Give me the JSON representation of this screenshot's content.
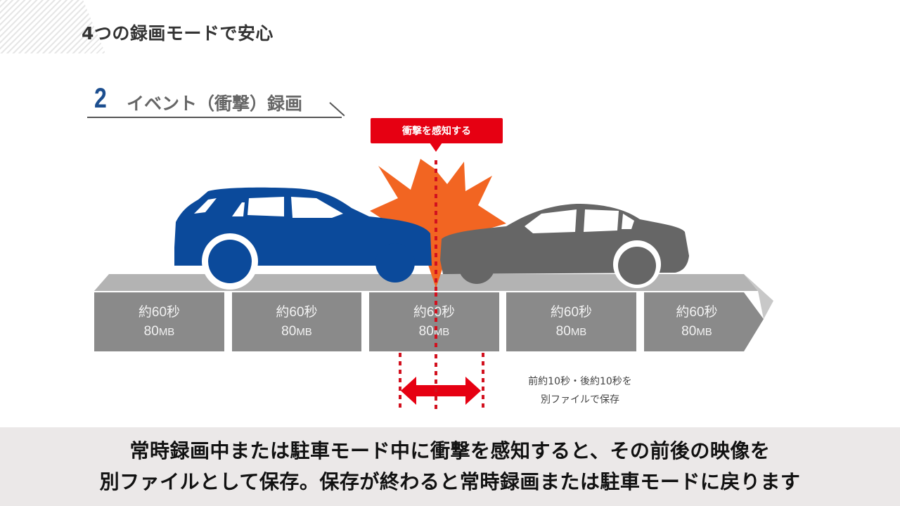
{
  "header": {
    "title": "4つの録画モードで安心"
  },
  "section": {
    "number": "2",
    "title": "イベント（衝撃）録画"
  },
  "callout": {
    "label": "衝撃を感知する"
  },
  "timeline": {
    "segments": [
      {
        "duration": "約60秒",
        "size_num": "80",
        "size_unit": "MB"
      },
      {
        "duration": "約60秒",
        "size_num": "80",
        "size_unit": "MB"
      },
      {
        "duration": "約60秒",
        "size_num": "80",
        "size_unit": "MB"
      },
      {
        "duration": "約60秒",
        "size_num": "80",
        "size_unit": "MB"
      },
      {
        "duration": "約60秒",
        "size_num": "80",
        "size_unit": "MB"
      }
    ]
  },
  "note": {
    "line1": "前約10秒・後約10秒を",
    "line2": "別ファイルで保存"
  },
  "footer": {
    "line1": "常時録画中または駐車モード中に衝撃を感知すると、その前後の映像を",
    "line2": "別ファイルとして保存。保存が終わると常時録画または駐車モードに戻ります"
  },
  "colors": {
    "blue_car": "#0b4a9b",
    "gray_car": "#666666",
    "impact": "#f26522",
    "accent_red": "#e60012",
    "segment": "#8a8a8a",
    "band": "#ebe8e8"
  },
  "icons": {
    "left_car": "blue-suv-icon",
    "right_car": "gray-sedan-icon",
    "impact": "explosion-icon",
    "arrow": "double-arrow-icon"
  }
}
